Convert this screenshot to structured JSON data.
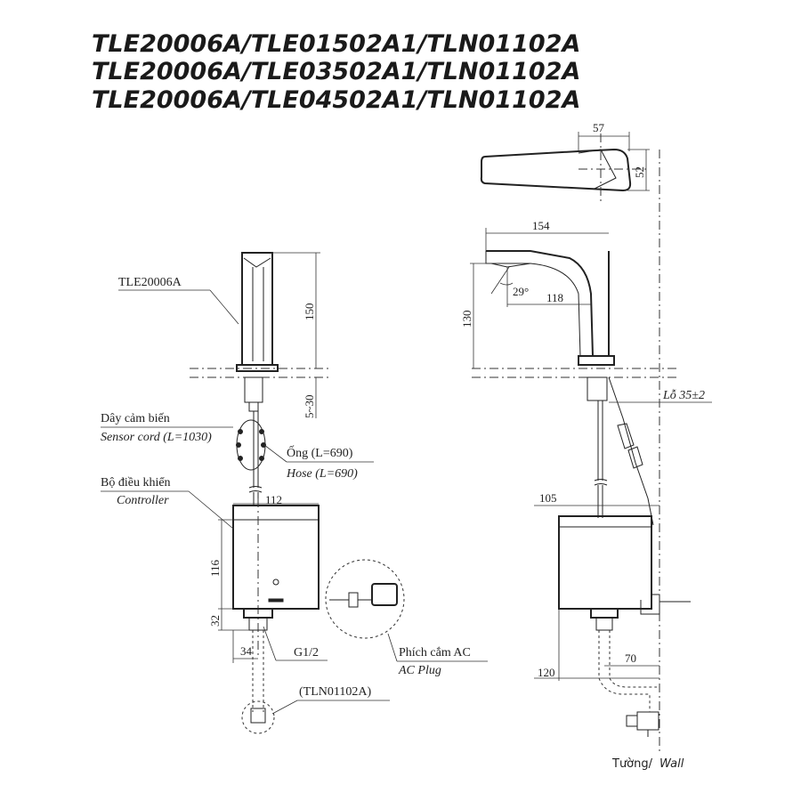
{
  "title_lines": [
    "TLE20006A/TLE01502A1/TLN01102A",
    "TLE20006A/TLE03502A1/TLN01102A",
    "TLE20006A/TLE04502A1/TLN01102A"
  ],
  "labels": {
    "faucet_model": "TLE20006A",
    "sensor_cord_vi": "Dây cảm biến",
    "sensor_cord_en": "Sensor cord (L=1030)",
    "hose_vi": "Ống (L=690)",
    "hose_en": "Hose (L=690)",
    "controller_vi": "Bộ điều khiển",
    "controller_en": "Controller",
    "thread": "G1/2",
    "ac_plug_vi": "Phích cắm AC",
    "ac_plug_en": "AC Plug",
    "valve_model": "(TLN01102A)",
    "hole": "Lỗ 35±2",
    "wall_vi": "Tường/",
    "wall_en": "Wall"
  },
  "dimensions": {
    "front_height": "150",
    "front_gap": "5~30",
    "controller_width": "112",
    "controller_height": "116",
    "fitting_height": "32",
    "fitting_offset": "34",
    "top_depth": "57",
    "top_height": "52",
    "spout_length": "154",
    "spout_height": "130",
    "spout_reach": "118",
    "spout_angle": "29°",
    "controller_depth": "105",
    "valve_offset": "70",
    "wall_offset": "120"
  }
}
